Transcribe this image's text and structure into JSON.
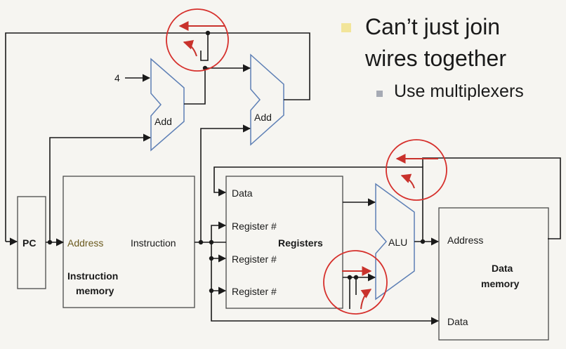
{
  "bullets": {
    "main_line1": "Can’t just join",
    "main_line2": "wires together",
    "sub": "Use multiplexers"
  },
  "diagram": {
    "const_four": "4",
    "add1": "Add",
    "add2": "Add",
    "pc": "PC",
    "imem_address": "Address",
    "imem_instruction": "Instruction",
    "imem_title_1": "Instruction",
    "imem_title_2": "memory",
    "reg_data": "Data",
    "reg_num1": "Register #",
    "reg_num2": "Register #",
    "reg_num3": "Register #",
    "registers": "Registers",
    "alu": "ALU",
    "dmem_address": "Address",
    "dmem_title_1": "Data",
    "dmem_title_2": "memory",
    "dmem_data": "Data"
  },
  "colors": {
    "wire": "#1a1a1a",
    "alu_outline": "#5d7fb5",
    "highlight_circle": "#d6302c",
    "bullet_main": "#f2e59a",
    "bullet_sub": "#a6aab4"
  }
}
